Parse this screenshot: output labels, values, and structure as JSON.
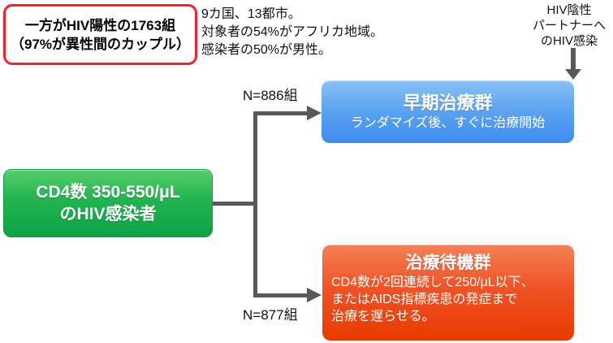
{
  "info_box": {
    "line1": "一方がHIV陽性の1763組",
    "line2": "（97%が異性間のカップル）"
  },
  "study_note": {
    "line1": "9カ国、13都市。",
    "line2": "対象者の54%がアフリカ地域。",
    "line3": "感染者の50%が男性。"
  },
  "transmission": {
    "line1": "HIV陰性",
    "line2": "パートナーへ",
    "line3": "のHIV感染"
  },
  "source_box": {
    "line1": "CD4数 350-550/μL",
    "line2": "のHIV感染者"
  },
  "branches": {
    "early": {
      "n_label": "N=886組",
      "title": "早期治療群",
      "subtitle": "ランダマイズ後、すぐに治療開始"
    },
    "deferred": {
      "n_label": "N=877組",
      "title": "治療待機群",
      "body_line1": "CD4数が2回連続して250/μL以下、",
      "body_line2": "またはAIDS指標疾患の発症まで",
      "body_line3": "治療を遅らせる。"
    }
  },
  "colors": {
    "info_border_red": "#f5202c",
    "source_box_green": "#12a847",
    "early_box_blue": "#3d8cf0",
    "deferred_box_red": "#e93a00",
    "connector_gray": "#595959"
  }
}
